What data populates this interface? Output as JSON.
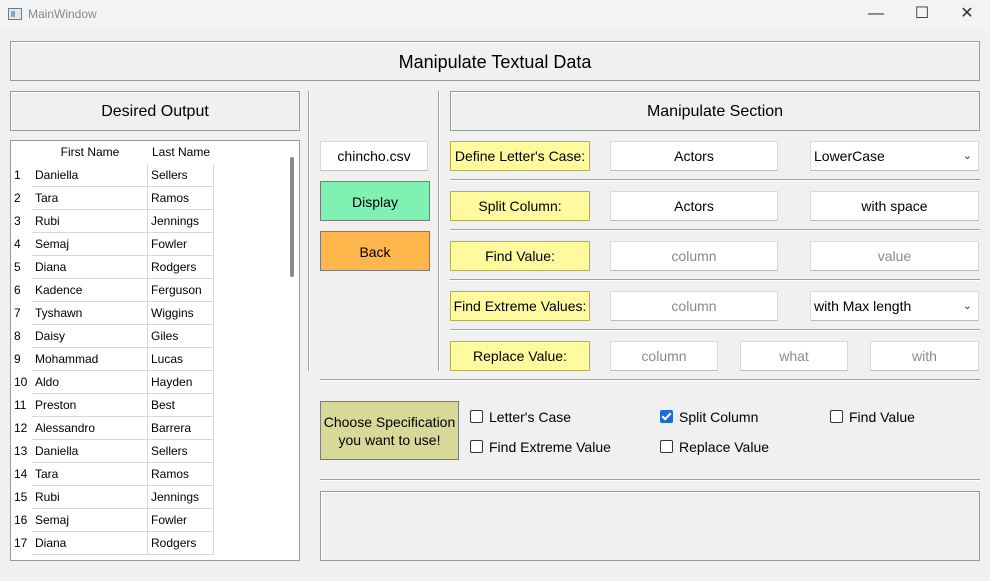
{
  "window": {
    "title": "MainWindow",
    "minimize_glyph": "—",
    "maximize_glyph": "☐",
    "close_glyph": "✕"
  },
  "header": {
    "title": "Manipulate Textual Data"
  },
  "output": {
    "title": "Desired Output",
    "columns": [
      "First Name",
      "Last Name"
    ],
    "rows": [
      {
        "n": "1",
        "first": "Daniella",
        "last": "Sellers"
      },
      {
        "n": "2",
        "first": "Tara",
        "last": "Ramos"
      },
      {
        "n": "3",
        "first": "Rubi",
        "last": "Jennings"
      },
      {
        "n": "4",
        "first": "Semaj",
        "last": "Fowler"
      },
      {
        "n": "5",
        "first": "Diana",
        "last": "Rodgers"
      },
      {
        "n": "6",
        "first": "Kadence",
        "last": "Ferguson"
      },
      {
        "n": "7",
        "first": "Tyshawn",
        "last": "Wiggins"
      },
      {
        "n": "8",
        "first": "Daisy",
        "last": "Giles"
      },
      {
        "n": "9",
        "first": "Mohammad",
        "last": "Lucas"
      },
      {
        "n": "10",
        "first": "Aldo",
        "last": "Hayden"
      },
      {
        "n": "11",
        "first": "Preston",
        "last": "Best"
      },
      {
        "n": "12",
        "first": "Alessandro",
        "last": "Barrera"
      },
      {
        "n": "13",
        "first": "Daniella",
        "last": "Sellers"
      },
      {
        "n": "14",
        "first": "Tara",
        "last": "Ramos"
      },
      {
        "n": "15",
        "first": "Rubi",
        "last": "Jennings"
      },
      {
        "n": "16",
        "first": "Semaj",
        "last": "Fowler"
      },
      {
        "n": "17",
        "first": "Diana",
        "last": "Rodgers"
      }
    ]
  },
  "file": {
    "name": "chincho.csv",
    "display_label": "Display",
    "back_label": "Back"
  },
  "manipulate": {
    "title": "Manipulate Section",
    "letter_case": {
      "label": "Define Letter's Case:",
      "column": "Actors",
      "option": "LowerCase"
    },
    "split": {
      "label": "Split Column:",
      "column": "Actors",
      "with": "with space"
    },
    "find": {
      "label": "Find Value:",
      "column_placeholder": "column",
      "value_placeholder": "value"
    },
    "extreme": {
      "label": "Find Extreme Values:",
      "column_placeholder": "column",
      "option": "with Max length"
    },
    "replace": {
      "label": "Replace Value:",
      "column_placeholder": "column",
      "what_placeholder": "what",
      "with_placeholder": "with"
    }
  },
  "spec": {
    "button_label_line1": "Choose Specification",
    "button_label_line2": "you want to use!",
    "options": {
      "letters_case": "Letter's Case",
      "split_column": "Split Column",
      "find_value": "Find Value",
      "find_extreme": "Find Extreme Value",
      "replace_value": "Replace Value"
    },
    "checked": [
      "split_column"
    ]
  },
  "colors": {
    "display_button": "#7ff2b3",
    "back_button": "#ffb74d",
    "label_yellow": "#fffa9e",
    "spec_button": "#d8d898",
    "checkbox_checked": "#1a6fd1"
  }
}
